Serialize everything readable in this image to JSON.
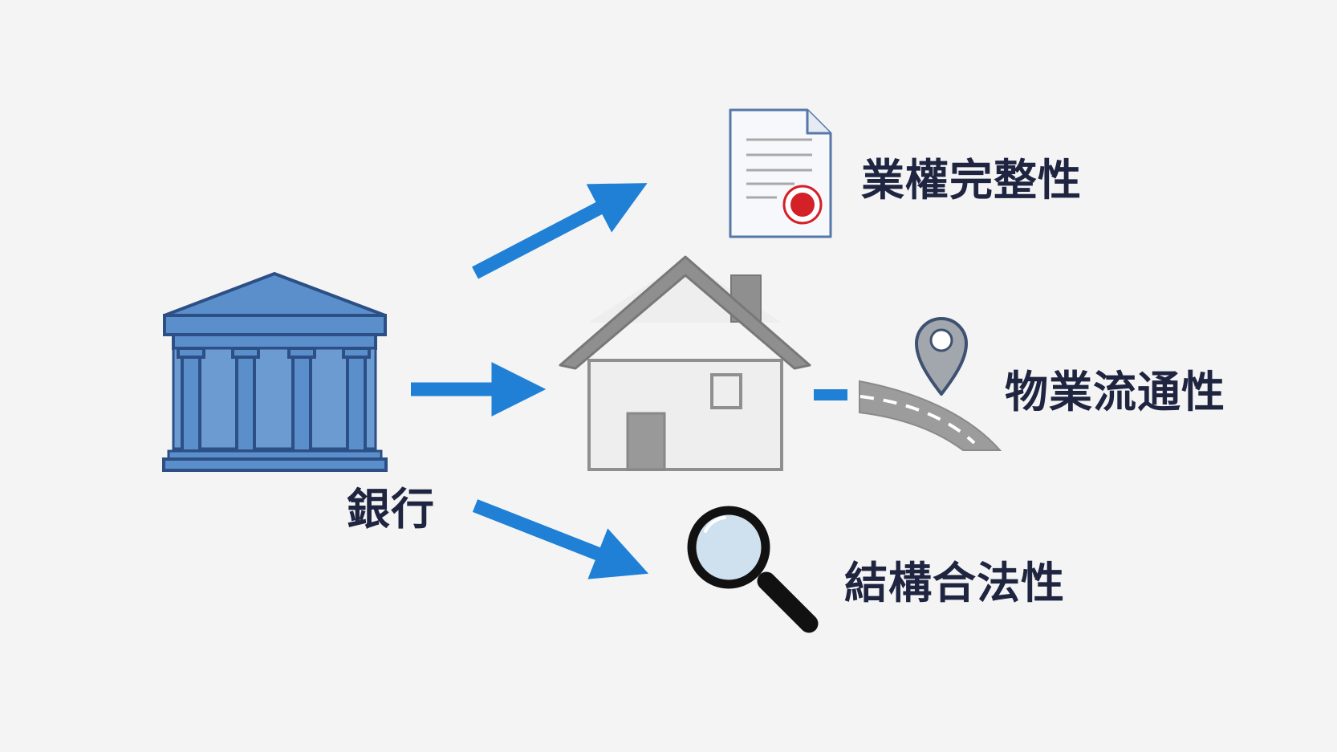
{
  "labels": {
    "bank": "銀行",
    "title_integrity": "業權完整性",
    "liquidity": "物業流通性",
    "structural_legality": "結構合法性"
  },
  "colors": {
    "background": "#f4f4f4",
    "accent_blue": "#1f80d6",
    "bank_fill": "#5b8fcb",
    "bank_stroke": "#2c4f86",
    "house_gray": "#8f8f8f",
    "seal_red": "#d42027",
    "text": "#1f2540"
  },
  "icons": {
    "bank": "bank-icon",
    "document": "certificate-document-icon",
    "house": "house-icon",
    "location": "location-pin-icon",
    "road": "road-icon",
    "magnifier": "magnifying-glass-icon"
  }
}
